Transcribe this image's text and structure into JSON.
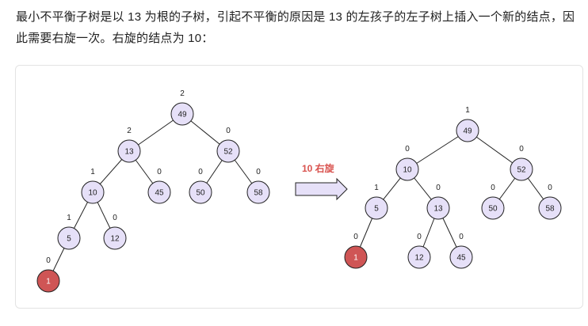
{
  "intro_text": "最小不平衡子树是以 13 为根的子树，引起不平衡的原因是 13 的左孩子的左子树上插入一个新的结点，因此需要右旋一次。右旋的结点为 10：",
  "colors": {
    "node_fill": "#e6e0f8",
    "new_node_fill": "#cf5555",
    "balance_text": "#d9534f",
    "arrow_fill": "#e6e0f8",
    "edge": "#222222"
  },
  "arrow_label": "10 右旋",
  "trees": [
    {
      "name": "before",
      "nodes": [
        {
          "key": "49",
          "bf": "2"
        },
        {
          "key": "13",
          "bf": "2"
        },
        {
          "key": "52",
          "bf": "0"
        },
        {
          "key": "10",
          "bf": "1"
        },
        {
          "key": "45",
          "bf": "0"
        },
        {
          "key": "50",
          "bf": "0"
        },
        {
          "key": "58",
          "bf": "0"
        },
        {
          "key": "5",
          "bf": "1"
        },
        {
          "key": "12",
          "bf": "0"
        },
        {
          "key": "1",
          "bf": "0",
          "new": true
        }
      ],
      "edges": [
        [
          "49",
          "13"
        ],
        [
          "49",
          "52"
        ],
        [
          "13",
          "10"
        ],
        [
          "13",
          "45"
        ],
        [
          "52",
          "50"
        ],
        [
          "52",
          "58"
        ],
        [
          "10",
          "5"
        ],
        [
          "10",
          "12"
        ],
        [
          "5",
          "1"
        ]
      ]
    },
    {
      "name": "after",
      "nodes": [
        {
          "key": "49",
          "bf": "1"
        },
        {
          "key": "10",
          "bf": "0"
        },
        {
          "key": "52",
          "bf": "0"
        },
        {
          "key": "5",
          "bf": "1"
        },
        {
          "key": "13",
          "bf": "0"
        },
        {
          "key": "50",
          "bf": "0"
        },
        {
          "key": "58",
          "bf": "0"
        },
        {
          "key": "1",
          "bf": "0",
          "new": true
        },
        {
          "key": "12",
          "bf": "0"
        },
        {
          "key": "45",
          "bf": "0"
        }
      ],
      "edges": [
        [
          "49",
          "10"
        ],
        [
          "49",
          "52"
        ],
        [
          "10",
          "5"
        ],
        [
          "10",
          "13"
        ],
        [
          "52",
          "50"
        ],
        [
          "52",
          "58"
        ],
        [
          "5",
          "1"
        ],
        [
          "13",
          "12"
        ],
        [
          "13",
          "45"
        ]
      ]
    }
  ]
}
